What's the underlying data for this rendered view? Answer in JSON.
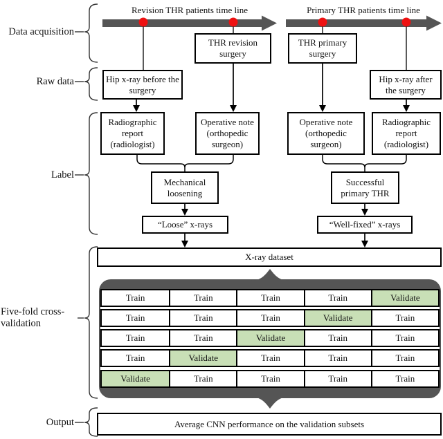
{
  "figure": {
    "type": "methodology-flow-diagram",
    "colors": {
      "timeline_gray": "#555555",
      "marker_red": "#ee1111",
      "validate_green": "#c8dfb6",
      "box_border": "#000000"
    }
  },
  "section_labels": {
    "data_acquisition": "Data acquisition",
    "raw_data": "Raw data",
    "label": "Label",
    "five_fold": "Five-fold cross-validation",
    "output": "Output"
  },
  "timelines": {
    "revision_title": "Revision THR patients time line",
    "primary_title": "Primary THR patients time line"
  },
  "boxes": {
    "thr_revision": "THR revision surgery",
    "thr_primary": "THR primary surgery",
    "hip_before": "Hip x-ray before the surgery",
    "hip_after": "Hip x-ray after the surgery",
    "rad_report_left": "Radiographic report (radiologist)",
    "op_note_left": "Operative note (orthopedic surgeon)",
    "op_note_right": "Operative note (orthopedic surgeon)",
    "rad_report_right": "Radiographic report (radiologist)",
    "mechanical_loosening": "Mechanical loosening",
    "successful_primary": "Successful primary THR",
    "loose_xrays": "“Loose” x-rays",
    "well_fixed_xrays": "“Well-fixed” x-rays",
    "xray_dataset": "X-ray dataset",
    "output": "Average CNN performance on the validation subsets"
  },
  "cross_validation": {
    "rows": [
      [
        "Train",
        "Train",
        "Train",
        "Train",
        "Validate"
      ],
      [
        "Train",
        "Train",
        "Train",
        "Validate",
        "Train"
      ],
      [
        "Train",
        "Train",
        "Validate",
        "Train",
        "Train"
      ],
      [
        "Train",
        "Validate",
        "Train",
        "Train",
        "Train"
      ],
      [
        "Validate",
        "Train",
        "Train",
        "Train",
        "Train"
      ]
    ]
  }
}
